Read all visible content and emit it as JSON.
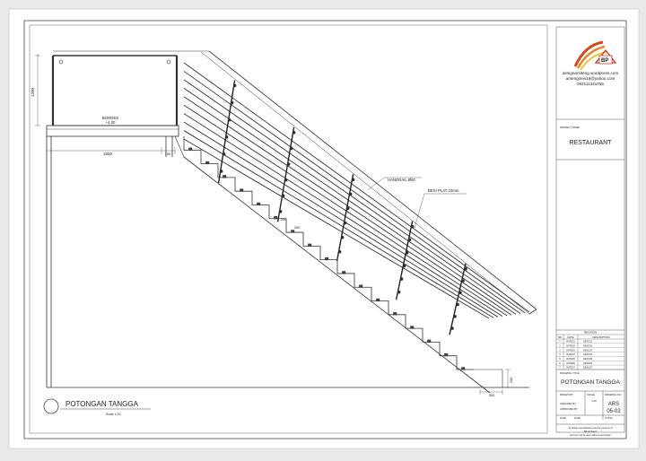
{
  "drawing": {
    "title": "POTONGAN TANGGA",
    "scale": "Scale 1:20",
    "labels": {
      "bordes": "BORDES",
      "bordes_level": "+4.00",
      "handrail": "HANDRAIL Ø60",
      "besi_plat": "BESI PLAT 10mm"
    },
    "dimensions": {
      "railing_height": "1200",
      "landing_width": "1500",
      "landing_edge": "150",
      "tread": "300",
      "riser": "200",
      "bottom_width": "300",
      "bottom_riser": "200"
    }
  },
  "titleblock": {
    "website": "designarsiteng.wordpress.com",
    "email": "arsengines18@yahoo.com",
    "phone": "082111341755",
    "project_name_label": "PROJECT NAME",
    "project_name": "RESTAURANT",
    "revision_header": "REVISION",
    "revision_columns": [
      "NO",
      "DATE",
      "DESCRIPTION"
    ],
    "revisions": [
      [
        "1",
        "DATE01",
        "DESC01"
      ],
      [
        "2",
        "DATE02",
        "DESC02"
      ],
      [
        "3",
        "DATE03",
        "DESC03"
      ],
      [
        "4",
        "DATE04",
        "DESC04"
      ],
      [
        "5",
        "DATE05",
        "DESC05"
      ],
      [
        "6",
        "DATE06",
        "DESC06"
      ],
      [
        "7",
        "DATE07",
        "DESC07"
      ]
    ],
    "drawing_title_label": "DRAWING TITLE",
    "drawing_title": "POTONGAN TANGGA",
    "drawn_by_label": "DRAWN BY",
    "scale_label": "SCALE",
    "scale_value": "1:20",
    "drawing_no_label": "DRAWING NO",
    "drawing_no_1": "ARS",
    "drawing_no_2": "05-02",
    "checked_by_label": "CHECKED BY",
    "approved_by_label": "APPROVED BY",
    "date_label": "DATE",
    "date_value": "DATE",
    "total_label": "TOTAL",
    "note_1": "All design and drawings are the property of",
    "note_2": "BP architect",
    "note_3": "and can not be used without permission"
  }
}
